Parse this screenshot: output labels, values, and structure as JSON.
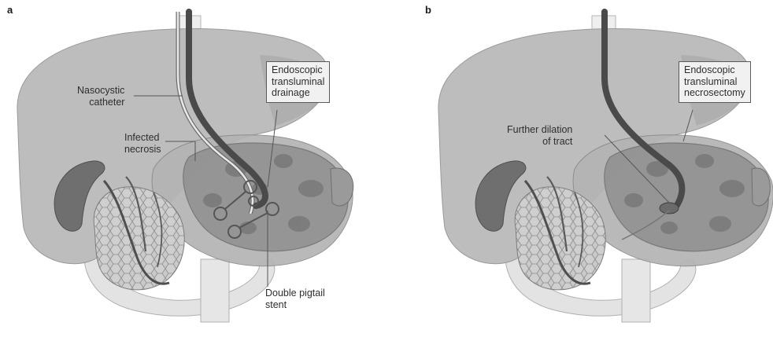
{
  "panels": {
    "a": {
      "letter": "a",
      "labels": {
        "nasocystic_catheter": [
          "Nasocystic",
          "catheter"
        ],
        "endoscopic_drainage": [
          "Endoscopic",
          "transluminal",
          "drainage"
        ],
        "infected_necrosis": [
          "Infected",
          "necrosis"
        ],
        "double_pigtail_stent": [
          "Double pigtail",
          "stent"
        ]
      }
    },
    "b": {
      "letter": "b",
      "labels": {
        "further_dilation": [
          "Further dilation",
          "of tract"
        ],
        "endoscopic_necrosectomy": [
          "Endoscopic",
          "transluminal",
          "necrosectomy"
        ]
      }
    }
  },
  "colors": {
    "liver": "#bdbdbd",
    "liver_shadow": "#a9a9a9",
    "stomach": "#b3b3b3",
    "necrosis": "#8e8e8e",
    "pancreas": "#c7c7c7",
    "duodenum": "#e2e2e2",
    "scope": "#4a4a4a",
    "gallbladder": "#6b6b6b",
    "callout_fill": "#f1f1f1"
  }
}
